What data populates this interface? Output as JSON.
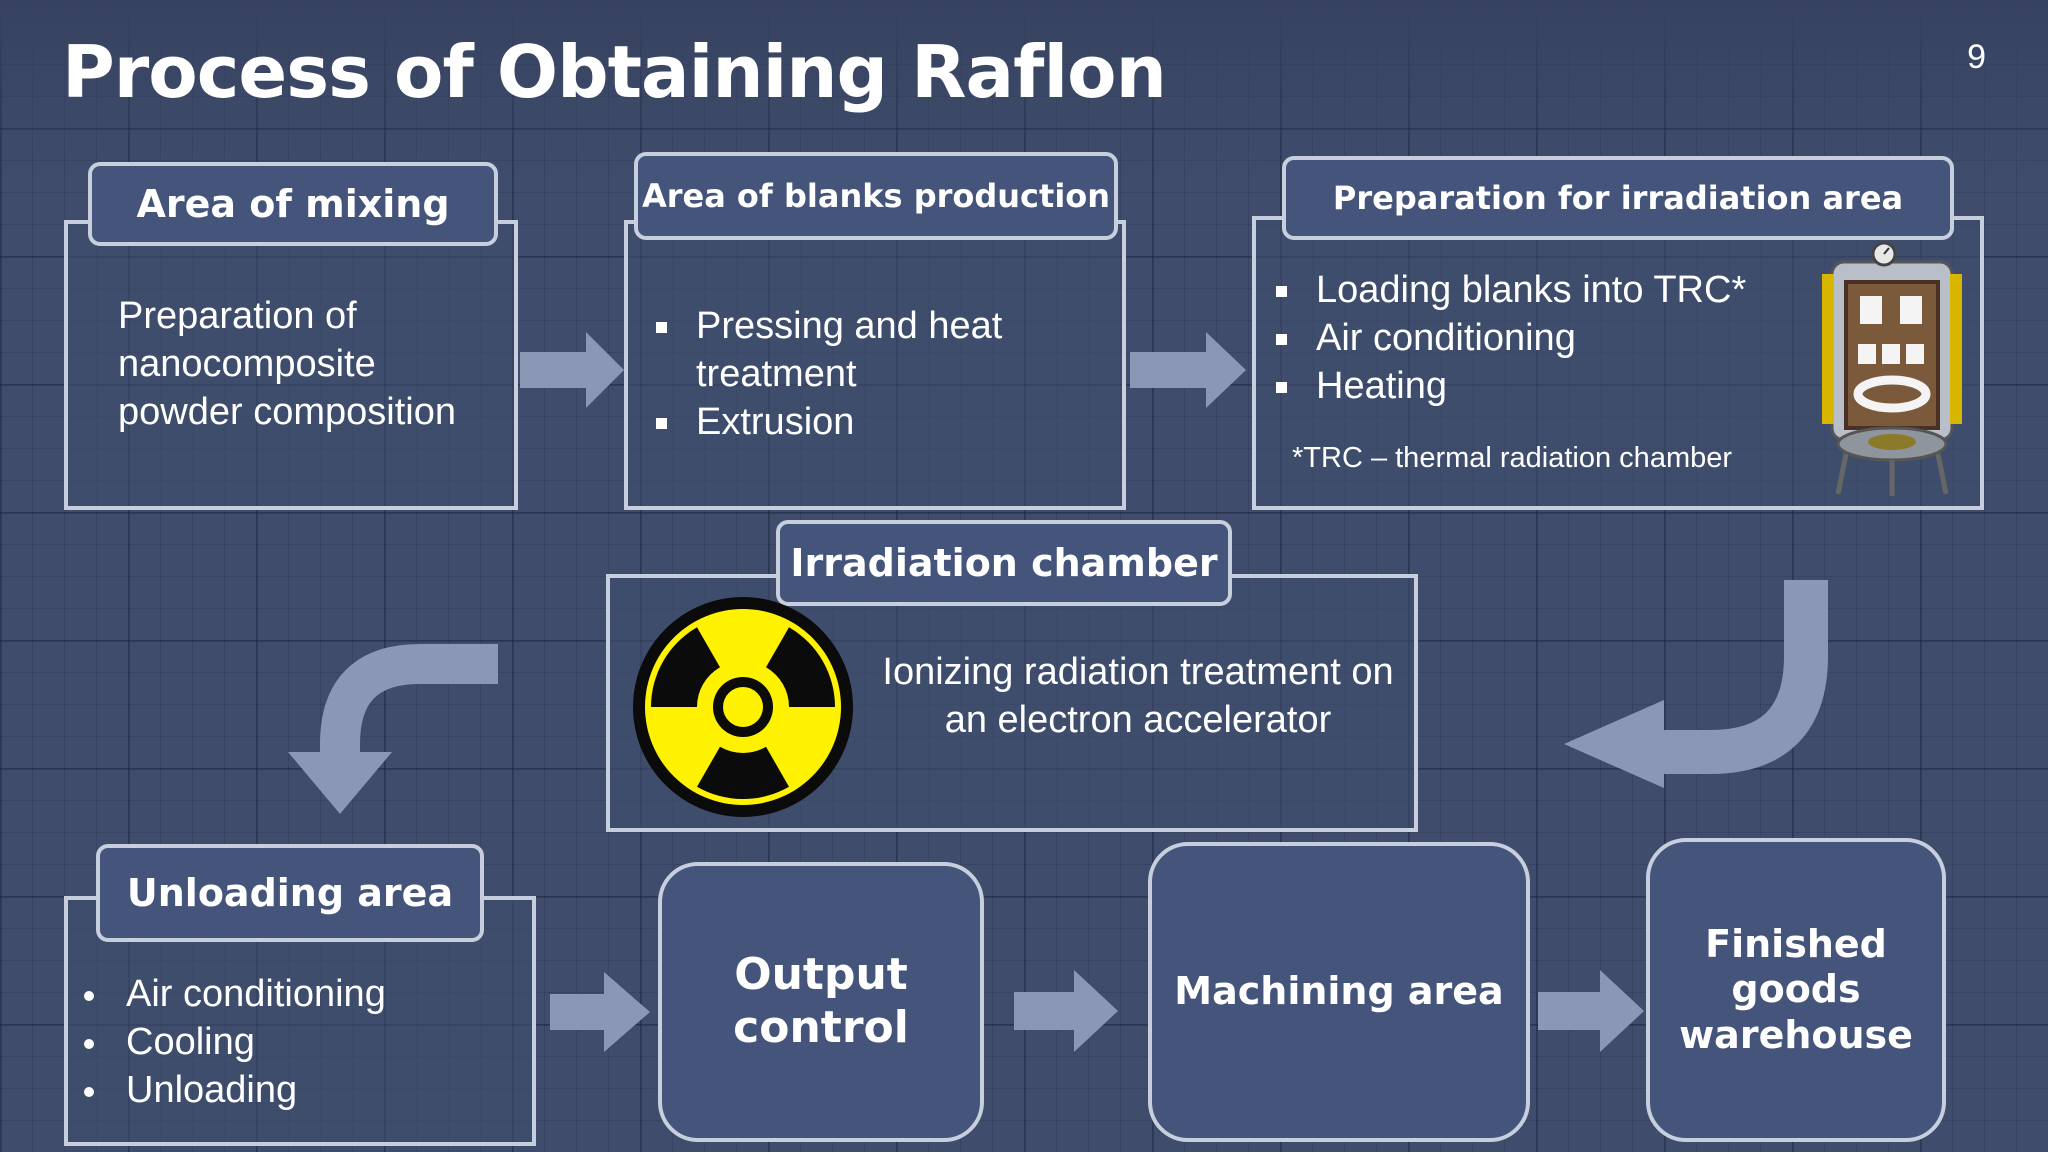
{
  "slide": {
    "title": "Process of Obtaining Raflon",
    "page_number": "9"
  },
  "mixing": {
    "header": "Area of mixing",
    "text": "Preparation of nanocomposite powder composition"
  },
  "blanks": {
    "header": "Area of blanks production",
    "items": [
      "Pressing and heat treatment",
      "Extrusion"
    ]
  },
  "prep": {
    "header": "Preparation for irradiation area",
    "items": [
      "Loading blanks into TRC*",
      "Air conditioning",
      "Heating"
    ],
    "note": "*TRC – thermal radiation chamber"
  },
  "irradiation": {
    "header": "Irradiation chamber",
    "text": "Ionizing radiation treatment on an electron accelerator"
  },
  "unloading": {
    "header": "Unloading area",
    "items": [
      "Air conditioning",
      "Cooling",
      "Unloading"
    ]
  },
  "output": {
    "label": "Output control"
  },
  "machining": {
    "label": "Machining area"
  },
  "warehouse": {
    "label": "Finished goods warehouse"
  },
  "icons": {
    "radiation": "radiation-hazard-icon",
    "chamber": "thermal-chamber-icon"
  },
  "colors": {
    "background": "#3f4c6b",
    "box_fill": "#45547a",
    "border": "#c7cede",
    "hazard_yellow": "#fff200"
  }
}
